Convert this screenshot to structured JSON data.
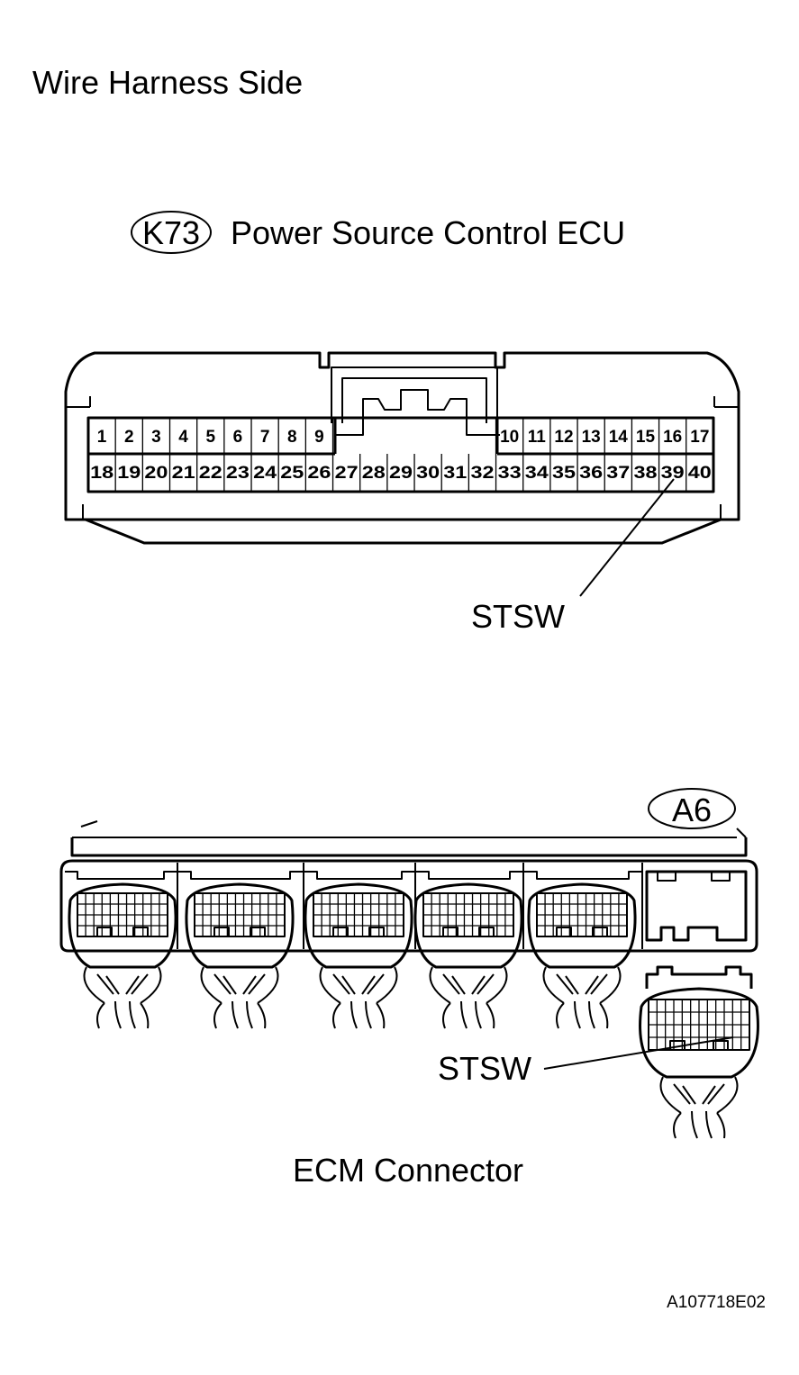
{
  "title": "Wire Harness Side",
  "connector_k73": {
    "code": "K73",
    "name": "Power Source  Control ECU",
    "top_row": [
      "1",
      "2",
      "3",
      "4",
      "5",
      "6",
      "7",
      "8",
      "9",
      "10",
      "11",
      "12",
      "13",
      "14",
      "15",
      "16",
      "17"
    ],
    "bottom_row": [
      "18",
      "19",
      "20",
      "21",
      "22",
      "23",
      "24",
      "25",
      "26",
      "27",
      "28",
      "29",
      "30",
      "31",
      "32",
      "33",
      "34",
      "35",
      "36",
      "37",
      "38",
      "39",
      "40"
    ],
    "callout": {
      "label": "STSW",
      "pin": "39"
    }
  },
  "connector_a6": {
    "code": "A6",
    "name": "ECM Connector",
    "callout": {
      "label": "STSW"
    }
  },
  "figure_id": "A107718E02"
}
